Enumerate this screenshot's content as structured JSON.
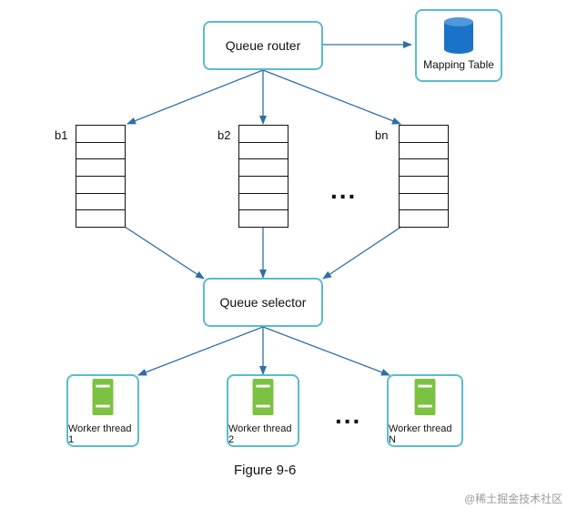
{
  "router": {
    "label": "Queue router"
  },
  "mapping_table": {
    "label": "Mapping Table"
  },
  "queues": [
    {
      "label": "b1",
      "slots": 6
    },
    {
      "label": "b2",
      "slots": 6
    },
    {
      "label": "bn",
      "slots": 6
    }
  ],
  "queue_ellipsis": "...",
  "selector": {
    "label": "Queue selector"
  },
  "workers": [
    {
      "label": "Worker thread 1"
    },
    {
      "label": "Worker thread 2"
    },
    {
      "label": "Worker thread N"
    }
  ],
  "worker_ellipsis": "...",
  "caption": "Figure 9-6",
  "watermark": "@稀土掘金技术社区",
  "colors": {
    "box_border": "#5bbccc",
    "arrow": "#2f6fa6",
    "database": "#1a73c7",
    "server": "#7cc242"
  },
  "icons": {
    "mapping_table": "database-icon",
    "worker": "server-icon"
  }
}
